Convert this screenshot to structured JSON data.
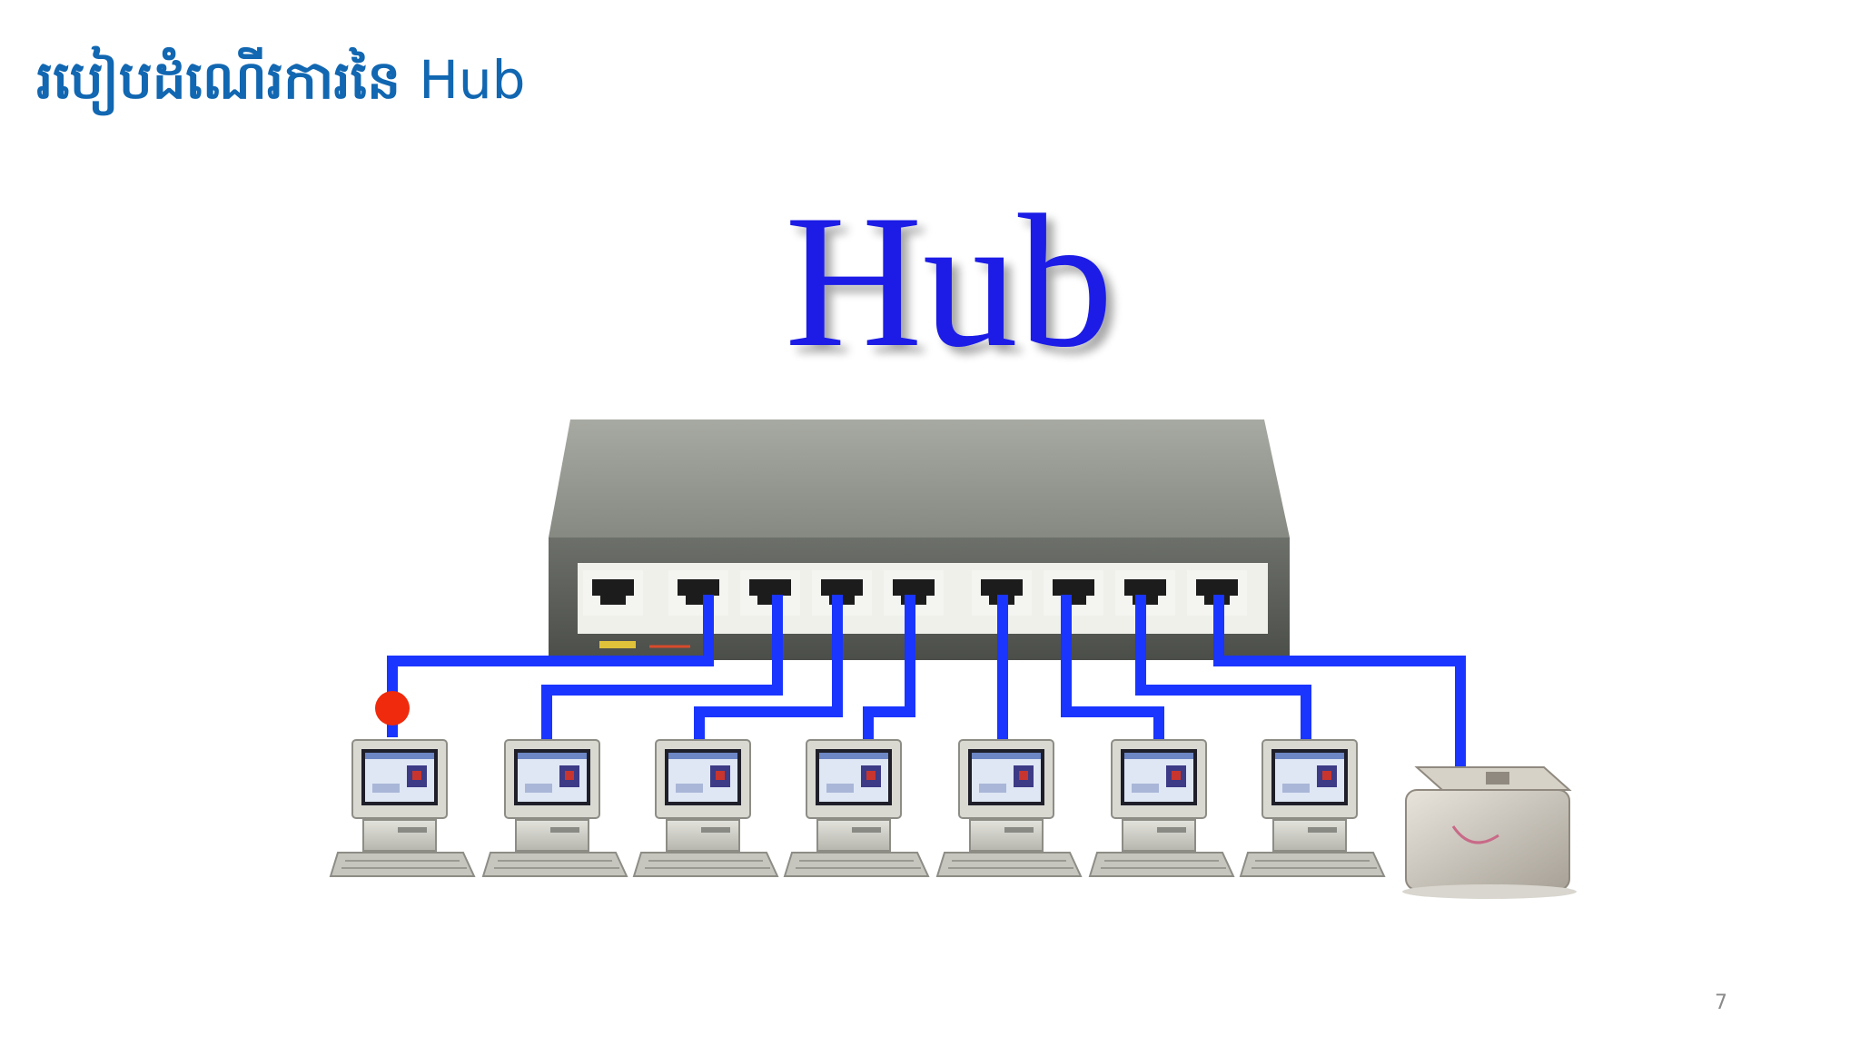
{
  "slide": {
    "title_khmer": "របៀបដំណើរការនៃ",
    "title_latin": "Hub",
    "page_number": "7"
  },
  "diagram": {
    "heading": "Hub",
    "device_label": "Hub",
    "port_count": 9,
    "uplink_port": 1,
    "connected_devices": [
      "computer",
      "computer",
      "computer",
      "computer",
      "computer",
      "computer",
      "computer",
      "printer"
    ],
    "signal_indicator": "red-dot",
    "colors": {
      "title": "#1167b1",
      "heading": "#1a1ae6",
      "cable": "#1a35ff",
      "hub_body": "#8b8f87",
      "signal": "#f02a0c"
    },
    "icons": [
      "hub-icon",
      "computer-icon",
      "printer-icon",
      "signal-dot-icon"
    ]
  }
}
